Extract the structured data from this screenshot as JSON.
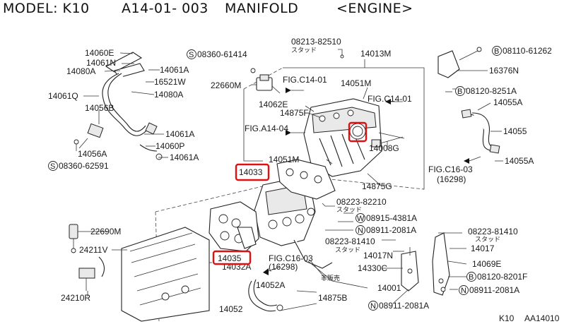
{
  "header": {
    "model": "MODEL: K10",
    "code": "A14-01- 003",
    "section": "MANIFOLD",
    "engine": "<ENGINE>"
  },
  "sukiddo": "スタッド",
  "hanbai": "非販売",
  "labels": {
    "l14060E": "14060E",
    "l14061N": "14061N",
    "l14080A": "14080A",
    "l14061A_1": "14061A",
    "l16521W": "16521W",
    "l14080A_2": "14080A",
    "l14061Q": "14061Q",
    "l14056B": "14056B",
    "l14061A_2": "14061A",
    "l14060P": "14060P",
    "l14056A": "14056A",
    "l14061A_3": "14061A",
    "l08360_61414": "08360-61414",
    "l08360_62591": "08360-62591",
    "l08213_82510": "08213-82510",
    "l14013M": "14013M",
    "l08110_61262": "08110-61262",
    "l16376N": "16376N",
    "l22660M": "22660M",
    "fig_c14_01a": "FIG.C14-01",
    "l14051M_a": "14051M",
    "fig_c14_01b": "FIG.C14-01",
    "l08120_8251A": "08120-8251A",
    "l14062E": "14062E",
    "l14875F": "14875F",
    "l14055A_1": "14055A",
    "fig_a14_04": "FIG.A14-04",
    "l14055": "14055",
    "l14008G": "14008G",
    "l14051M_b": "14051M",
    "l14033": "14033",
    "l14055A_2": "14055A",
    "fig_c16_03a": "FIG.C16-03",
    "l16298a": "(16298)",
    "l14875G": "14875G",
    "l08223_82210": "08223-82210",
    "l08915_4381A": "08915-4381A",
    "l08911_2081A_1": "08911-2081A",
    "l22690M": "22690M",
    "l08223_81410_1": "08223-81410",
    "l08223_81410_2": "08223-81410",
    "l14017N": "14017N",
    "l14017": "14017",
    "l24211V": "24211V",
    "l14035": "14035",
    "l14032A": "14032A",
    "fig_c16_03b": "FIG.C16-03",
    "l16298b": "(16298)",
    "l14330C": "14330C",
    "l14069E": "14069E",
    "l08120_8201F": "08120-8201F",
    "l14052A": "14052A",
    "l14001": "14001",
    "l08911_2081A_2": "08911-2081A",
    "l24210R": "24210R",
    "l14052": "14052",
    "l14875B": "14875B",
    "l08911_2081A_3": "08911-2081A",
    "footer_k10": "K10",
    "footer_code": "AA14010"
  },
  "bolt_prefix": {
    "S": "S",
    "B": "B",
    "W": "W",
    "N": "N"
  },
  "colors": {
    "highlight": "#e01010",
    "line": "#333333",
    "text": "#1a1a1a"
  }
}
